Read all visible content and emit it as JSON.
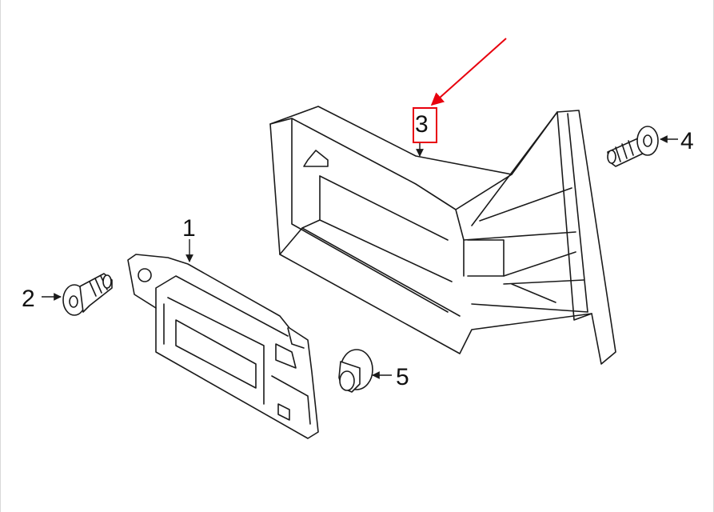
{
  "callouts": [
    {
      "id": "1",
      "label": "1"
    },
    {
      "id": "2",
      "label": "2"
    },
    {
      "id": "3",
      "label": "3"
    },
    {
      "id": "4",
      "label": "4"
    },
    {
      "id": "5",
      "label": "5"
    }
  ],
  "colors": {
    "line": "#1a1a1a",
    "highlight": "#e8000d",
    "background": "#ffffff",
    "frame": "#d9d9d9"
  },
  "highlighted_callout": "3"
}
